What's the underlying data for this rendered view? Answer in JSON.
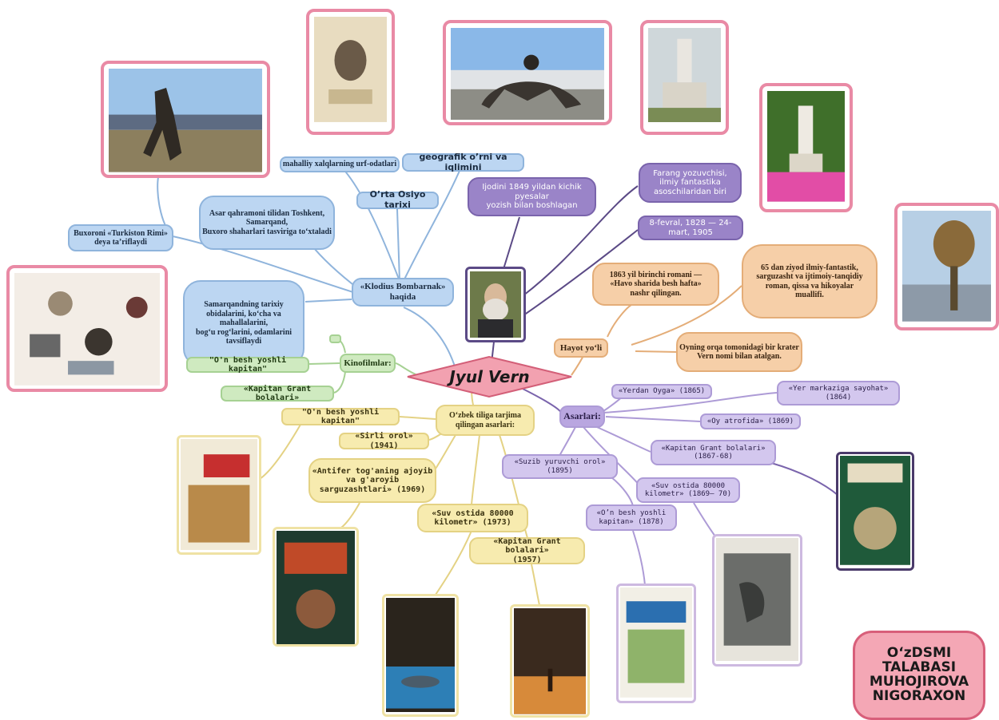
{
  "center": {
    "label": "Jyul Vern"
  },
  "branches": {
    "kinofilmlar": {
      "label": "Kinofilmlar:",
      "items": [
        "\"O'n besh yoshli kapitan\"",
        "«Kapitan Grant bolalari»"
      ]
    },
    "klodius": {
      "label": "«Klodius Bombarnak» haqida",
      "items": [
        "mahalliy xalqlarning urf-odatlari",
        "geografik o’rni va iqlimini",
        "O’rta Osiyo tarixi",
        "Asar qahramoni tilidan Toshkent, Samarqand,\nBuxoro shaharlari tasviriga to‘xtaladi",
        "Buxoroni «Turkiston Rimi»\ndeya ta’riflaydi",
        "Samarqandning tarixiy obidalarini, ko‘cha va mahallalarini,\nbog‘u rog‘larini, odamlarini tavsiflaydi"
      ]
    },
    "bio": {
      "items": [
        "Ijodini 1849 yildan kichik pyesalar\nyozish bilan boshlagan",
        "Farang yozuvchisi,\nilmiy fantastika asoschilaridan biri",
        "8-fevral, 1828 — 24-\nmart, 1905"
      ]
    },
    "hayot": {
      "label": "Hayot yo‘li",
      "items": [
        "1863 yil birinchi romani —\n«Havo sharida besh hafta»\nnashr qilingan.",
        "65 dan ziyod ilmiy-fantastik,\nsarguzasht va ijtimoiy-tanqidiy\nroman, qissa va hikoyalar\nmuallifi.",
        "Oyning orqa tomonidagi bir krater\nVern nomi bilan atalgan."
      ]
    },
    "asarlari": {
      "label": "Asarlari:",
      "items": [
        "«Yerdan Oyga» (1865)",
        "«Yer markaziga sayohat»\n(1864)",
        "«Oy atrofida» (1869)",
        "«Kapitan Grant bolalari»\n(1867-68)",
        "«Suzib yuruvchi orol»\n(1895)",
        "«Suv ostida 80000\nkilometr» (1869— 70)",
        "«O’n besh yoshli\nkapitan» (1878)"
      ]
    },
    "tarjima": {
      "label": "O‘zbek tiliga tarjima\nqilingan asarlari:",
      "items": [
        "\"O'n besh yoshli kapitan\"",
        "«Sirli orol» (1941)",
        "«Antifer tog'aning ajoyib\nva g'aroyib\nsarguzashtlari» (1969)",
        "«Suv ostida 80000\nkilometr» (1973)",
        "«Kapitan Grant bolalari»\n(1957)"
      ]
    }
  },
  "badge": "O‘zDSMI\nTALABASI\nMUHOJIROVA\nNIGORAXON",
  "colors": {
    "center": "#f2a1b0",
    "blue": "#bcd6f2",
    "purple": "#9a84c8",
    "light_purple": "#d3c7ee",
    "orange": "#f6cfa8",
    "yellow": "#f7ebaf",
    "green": "#cfeac0",
    "frame": "#e98aa5"
  }
}
